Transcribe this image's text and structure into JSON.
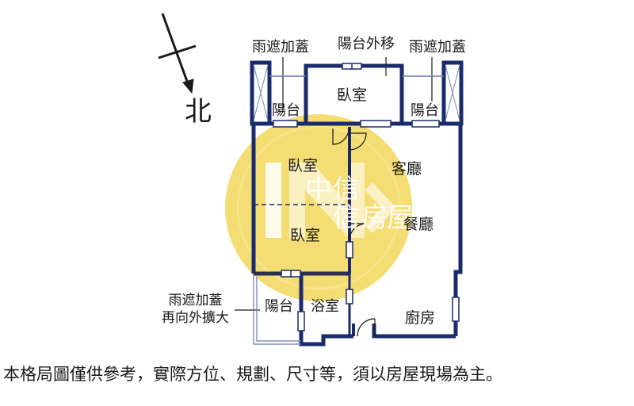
{
  "compass": {
    "label": "北",
    "icon": "north-arrow-icon"
  },
  "watermark": {
    "icon": "company-logo-watermark",
    "chars": [
      "中",
      "信",
      "房",
      "屋"
    ]
  },
  "rooms": {
    "bedroom_top": "臥室",
    "bedroom_mid": "臥室",
    "bedroom_lower": "臥室",
    "living_room": "客廳",
    "dining_room": "餐廳",
    "kitchen": "廚房",
    "bathroom": "浴室",
    "balcony_left": "陽台",
    "balcony_right": "陽台",
    "balcony_bottom": "陽台"
  },
  "notes": {
    "canopy_left": "雨遮加蓋",
    "balcony_moved_out": "陽台外移",
    "canopy_right": "雨遮加蓋",
    "canopy_bottom_line1": "雨遮加蓋",
    "canopy_bottom_line2": "再向外擴大"
  },
  "colors": {
    "wall": "#1a2b6d",
    "watermark": "#f2d75b",
    "line": "#1a1a1a"
  },
  "disclaimer": "本格局圖僅供參考，實際方位、規劃、尺寸等，須以房屋現場為主。"
}
